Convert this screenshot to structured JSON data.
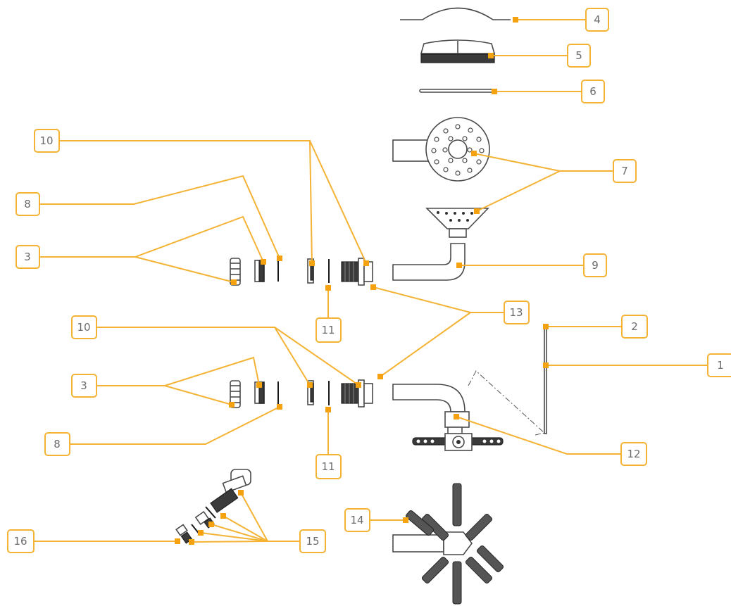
{
  "labels": {
    "l1": "1",
    "l2": "2",
    "l3a": "3",
    "l3b": "3",
    "l4": "4",
    "l5": "5",
    "l6": "6",
    "l7": "7",
    "l8a": "8",
    "l8b": "8",
    "l9": "9",
    "l10a": "10",
    "l10b": "10",
    "l11a": "11",
    "l11b": "11",
    "l12": "12",
    "l13": "13",
    "l14": "14",
    "l15": "15",
    "l16": "16"
  },
  "colors": {
    "callout": "#f4b335",
    "text": "#6b6b6b",
    "parts": "#4a4a4a"
  }
}
